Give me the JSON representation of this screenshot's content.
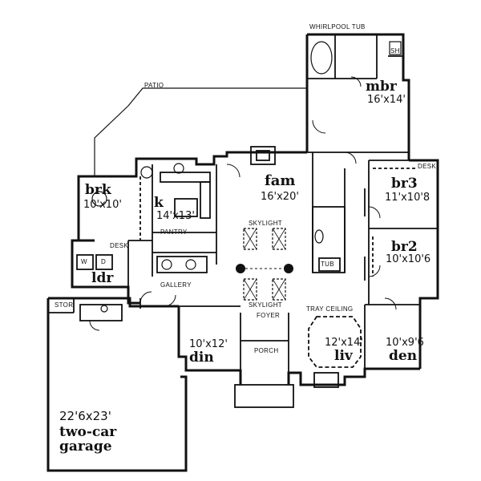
{
  "labels": {
    "whirlpool": "WHIRLPOOL TUB",
    "sh": "SH",
    "patio": "PATIO",
    "mbr_name": "mbr",
    "mbr_dim": "16'x14'",
    "fam_name": "fam",
    "fam_dim": "16'x20'",
    "skylight_top": "SKYLIGHT",
    "skylight_bottom": "SKYLIGHT",
    "brk_name": "brk",
    "brk_dim": "10'x10'",
    "k_name": "k",
    "k_dim": "14'x13'",
    "pantry": "PANTRY",
    "desk_left": "DESK",
    "desk_right": "DESK",
    "br3_name": "br3",
    "br3_dim": "11'x10'8",
    "br2_name": "br2",
    "br2_dim": "10'x10'6",
    "tub": "TUB",
    "ldr_name": "ldr",
    "w": "W",
    "d": "D",
    "gallery": "GALLERY",
    "stor": "STOR",
    "foyer": "FOYER",
    "tray_ceiling": "TRAY CEILING",
    "din_dim": "10'x12'",
    "din_name": "din",
    "porch": "PORCH",
    "liv_dim": "12'x14'",
    "liv_name": "liv",
    "den_dim": "10'x9'6",
    "den_name": "den",
    "garage_dim": "22'6x23'",
    "garage_line1": "two-car",
    "garage_line2": "garage"
  },
  "colors": {
    "ink": "#111111",
    "paper": "#ffffff"
  }
}
